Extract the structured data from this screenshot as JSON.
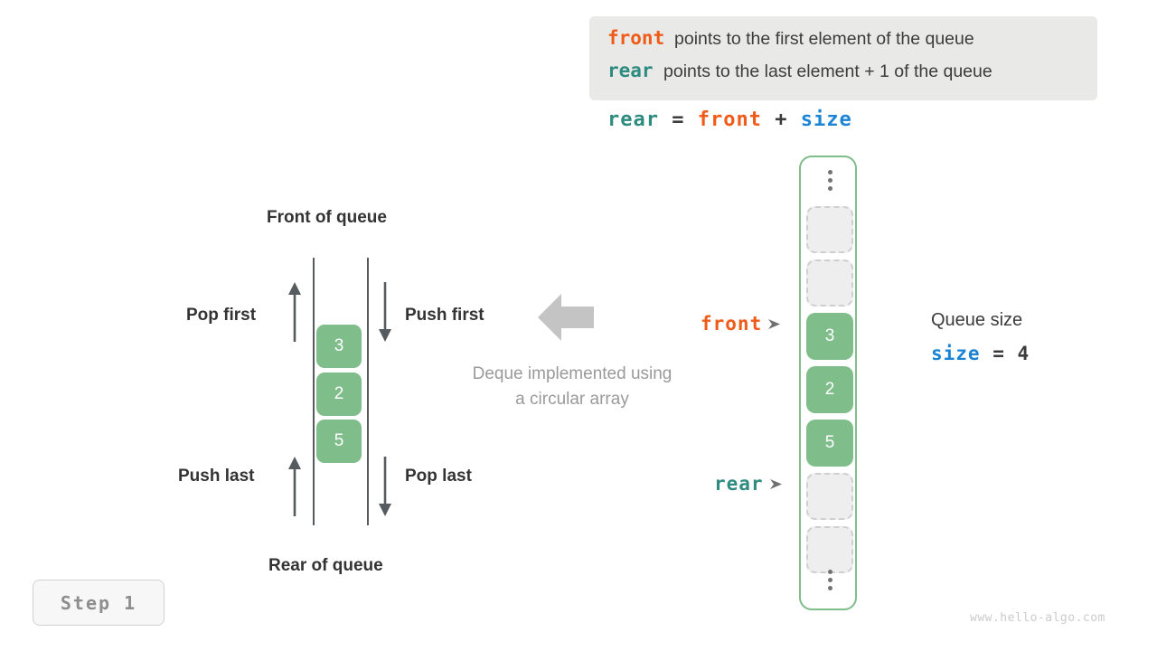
{
  "legend": {
    "lines": [
      {
        "keyword": "front",
        "keyword_color": "#ef5b19",
        "text": "points to the first element of the queue"
      },
      {
        "keyword": "rear",
        "keyword_color": "#2e8b80",
        "text": "points to the last element + 1 of the queue"
      }
    ]
  },
  "formula": {
    "lhs": "rear",
    "eq": "=",
    "rhs1": "front",
    "plus": "+",
    "rhs2": "size"
  },
  "deque": {
    "front_label": "Front of queue",
    "rear_label": "Rear of queue",
    "operations": {
      "pop_first": "Pop first",
      "push_first": "Push first",
      "push_last": "Push last",
      "pop_last": "Pop last"
    },
    "cells": [
      "3",
      "2",
      "5"
    ],
    "caption_line1": "Deque implemented using",
    "caption_line2": "a circular array"
  },
  "circular_array": {
    "pointers": {
      "front": "front",
      "rear": "rear"
    },
    "slots": [
      {
        "value": "",
        "state": "empty"
      },
      {
        "value": "",
        "state": "empty"
      },
      {
        "value": "3",
        "state": "filled"
      },
      {
        "value": "2",
        "state": "filled"
      },
      {
        "value": "5",
        "state": "filled"
      },
      {
        "value": "",
        "state": "empty"
      },
      {
        "value": "",
        "state": "empty"
      }
    ]
  },
  "queue_size": {
    "title": "Queue size",
    "var": "size",
    "eq": "=",
    "value": "4"
  },
  "step_badge": "Step  1",
  "watermark": "www.hello-algo.com",
  "colors": {
    "accent_green": "#7fbd8b",
    "front_orange": "#ef5b19",
    "rear_teal": "#2e8b80",
    "size_blue": "#1c84d4",
    "muted_gray": "#9a9a9a"
  }
}
